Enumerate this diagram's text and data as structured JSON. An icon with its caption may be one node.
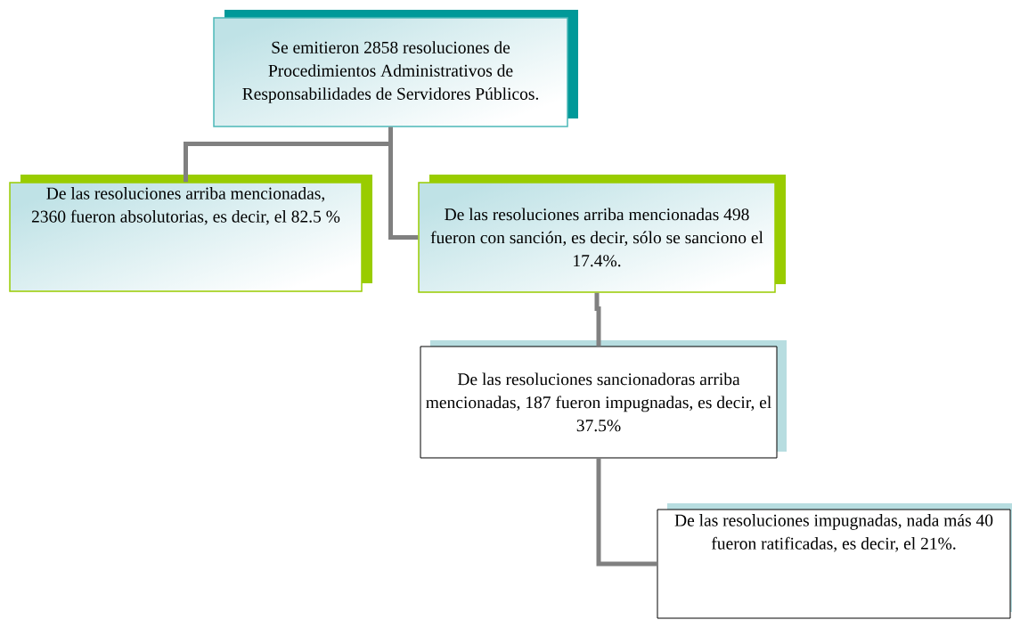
{
  "diagram": {
    "nodes": [
      {
        "text": [
          "Se emitieron 2858 resoluciones de Procedimientos Administrativos de Responsabilidades de Servidores Públicos."
        ]
      },
      {
        "text": [
          "De las resoluciones arriba mencionadas, 2360 fueron absolutorias, es decir, el 82.5 %"
        ]
      },
      {
        "text": [
          "De las resoluciones arriba mencionadas 498 fueron con sanción, es decir, sólo se sanciono el 17.4%."
        ]
      },
      {
        "text": [
          "De las resoluciones sancionadoras arriba mencionadas, 187 fueron impugnadas, es decir, el 37.5%"
        ]
      },
      {
        "text": [
          "De las resoluciones impugnadas, nada más 40 fueron ratificadas, es decir, el 21%."
        ]
      }
    ],
    "edges": [
      {
        "from": 0,
        "to": 1,
        "arrow": "none"
      },
      {
        "from": 0,
        "to": 2,
        "arrow": "none"
      },
      {
        "from": 2,
        "to": 3,
        "arrow": "none"
      },
      {
        "from": 3,
        "to": 4,
        "arrow": "none"
      }
    ]
  }
}
